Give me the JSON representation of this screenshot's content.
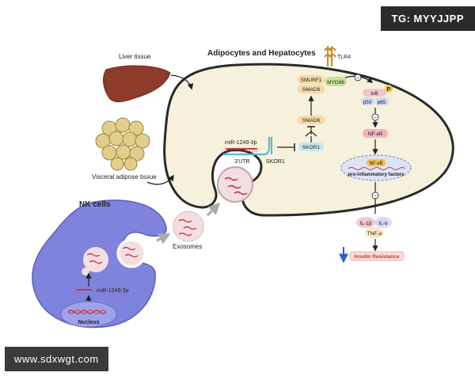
{
  "watermarks": {
    "top": "TG: MYYJJPP",
    "bottom": "www.sdxwgt.com"
  },
  "labels": {
    "liver": "Liver tissue",
    "visceral": "Visceral adipose tissue",
    "adipocytes": "Adipocytes and Hepatocytes",
    "nk_cells": "NK cells",
    "exosomes": "Exosomes",
    "mirna_nk": "miR-1249-3p",
    "mirna_cell": "miR-1249-3p",
    "nucleus": "Nucleus",
    "utr": "3'UTR",
    "skor1_gene": "SKOR1",
    "smurf1": "SMURF1",
    "smad6_top": "SMAD6",
    "smad6": "SMAD6",
    "skor1": "SKOR1",
    "tlr4": "TLR4",
    "myd88": "MYD88",
    "ikb": "IκB",
    "p": "P",
    "p50": "p50",
    "p65": "p65",
    "nfkb": "NF-κB",
    "nfkb_dna": "NF-κB",
    "pro_inflammatory": "pro-inflammatory factors",
    "il1b": "IL-1β",
    "il6": "IL-6",
    "tnfa": "TNF-α",
    "insulin_resistance": "Insulin Resistance",
    "minus": "−"
  },
  "colors": {
    "cell_fill": "#f6f1dc",
    "cell_stroke": "#2a2a2a",
    "nk_fill": "#7f83dc",
    "exosome_fill": "#f3dfe2",
    "liver": "#8e3b2a",
    "fat": "#e2cd8a",
    "nucleus_fill": "#9ea2ea",
    "smad_fill": "#f5d9a6",
    "skor_fill": "#c6e7ef",
    "myd_fill": "#c9e39a",
    "ikb_fill": "#f2c6d0",
    "p50_fill": "#cfd9f0",
    "nfkb_fill": "#f4b4bd",
    "ir_fill": "#f7dcdc",
    "ir_text": "#c0392b",
    "arrow_blue": "#2d5fc4"
  }
}
